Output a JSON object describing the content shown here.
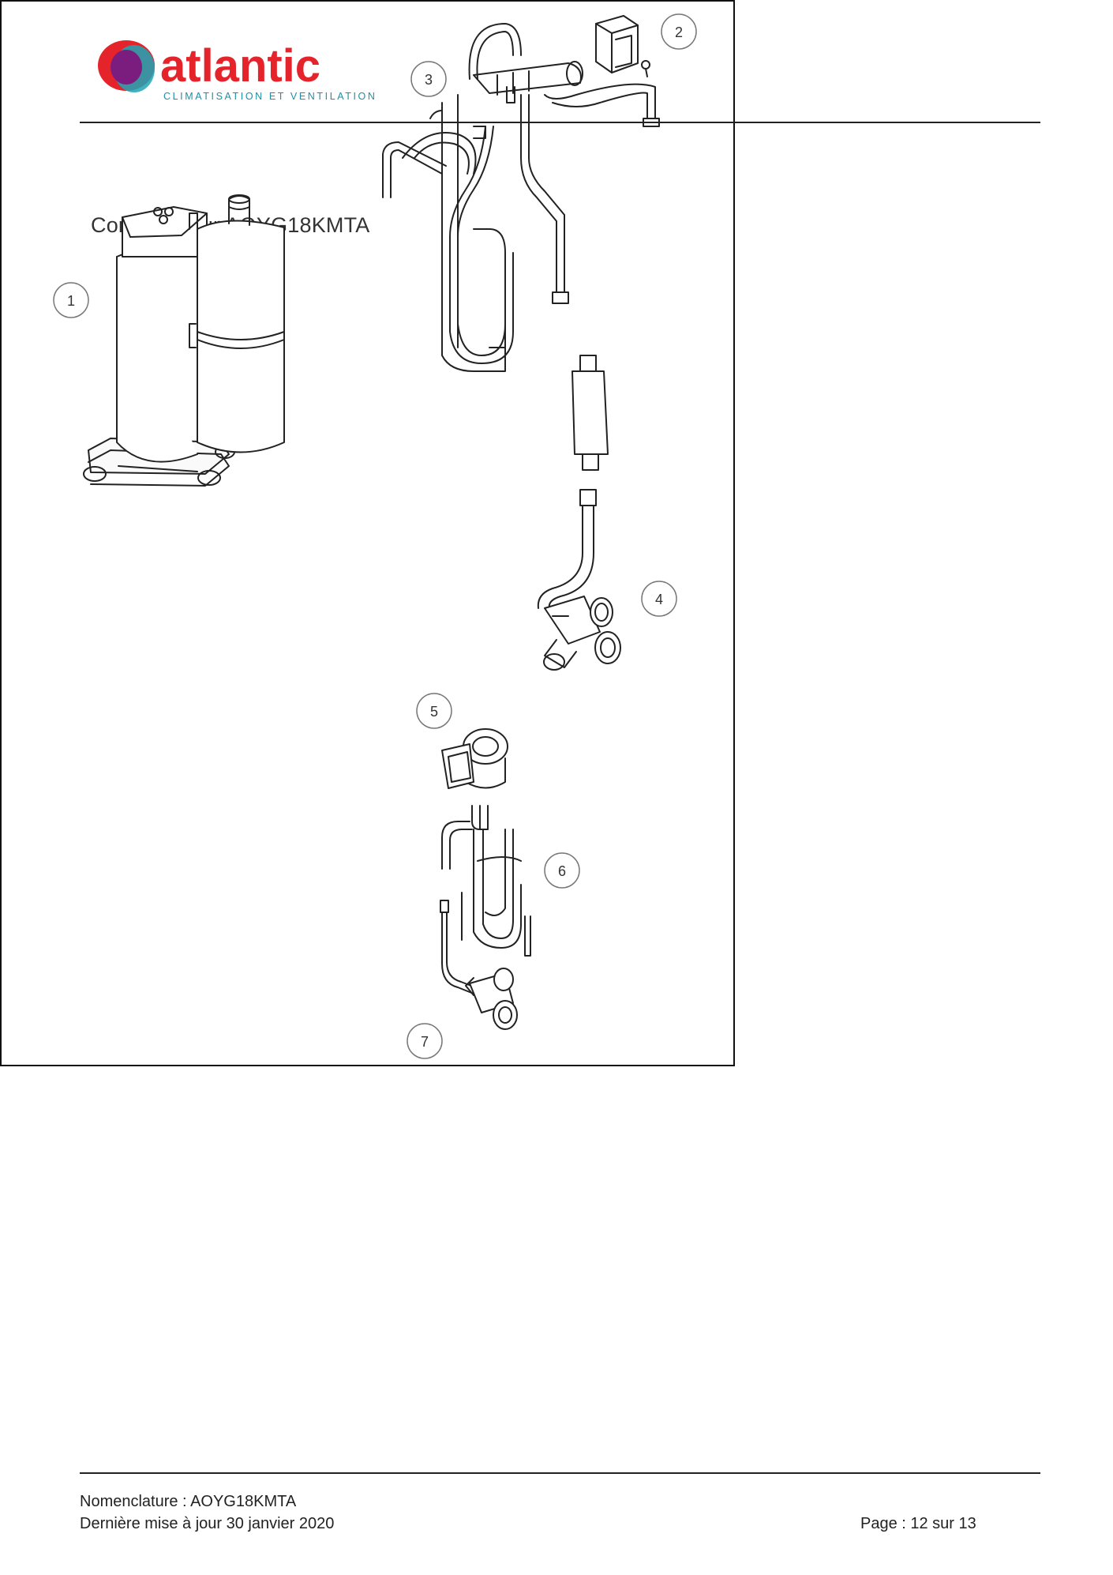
{
  "brand": {
    "name": "atlantic",
    "tagline": "CLIMATISATION ET VENTILATION",
    "colors": {
      "red": "#e4232b",
      "purple": "#7a1d7e",
      "teal": "#1fa6b6",
      "text": "#e4232b",
      "tagline": "#1f8fa6"
    }
  },
  "section": {
    "title": "Compresseur AOYG18KMTA"
  },
  "diagram": {
    "callouts": [
      {
        "id": 1,
        "label": "1"
      },
      {
        "id": 2,
        "label": "2"
      },
      {
        "id": 3,
        "label": "3"
      },
      {
        "id": 4,
        "label": "4"
      },
      {
        "id": 5,
        "label": "5"
      },
      {
        "id": 6,
        "label": "6"
      },
      {
        "id": 7,
        "label": "7"
      }
    ]
  },
  "footer": {
    "nomenclature": "Nomenclature : AOYG18KMTA",
    "updated": "Dernière mise à jour 30 janvier 2020",
    "page": "Page : 12 sur 13"
  }
}
